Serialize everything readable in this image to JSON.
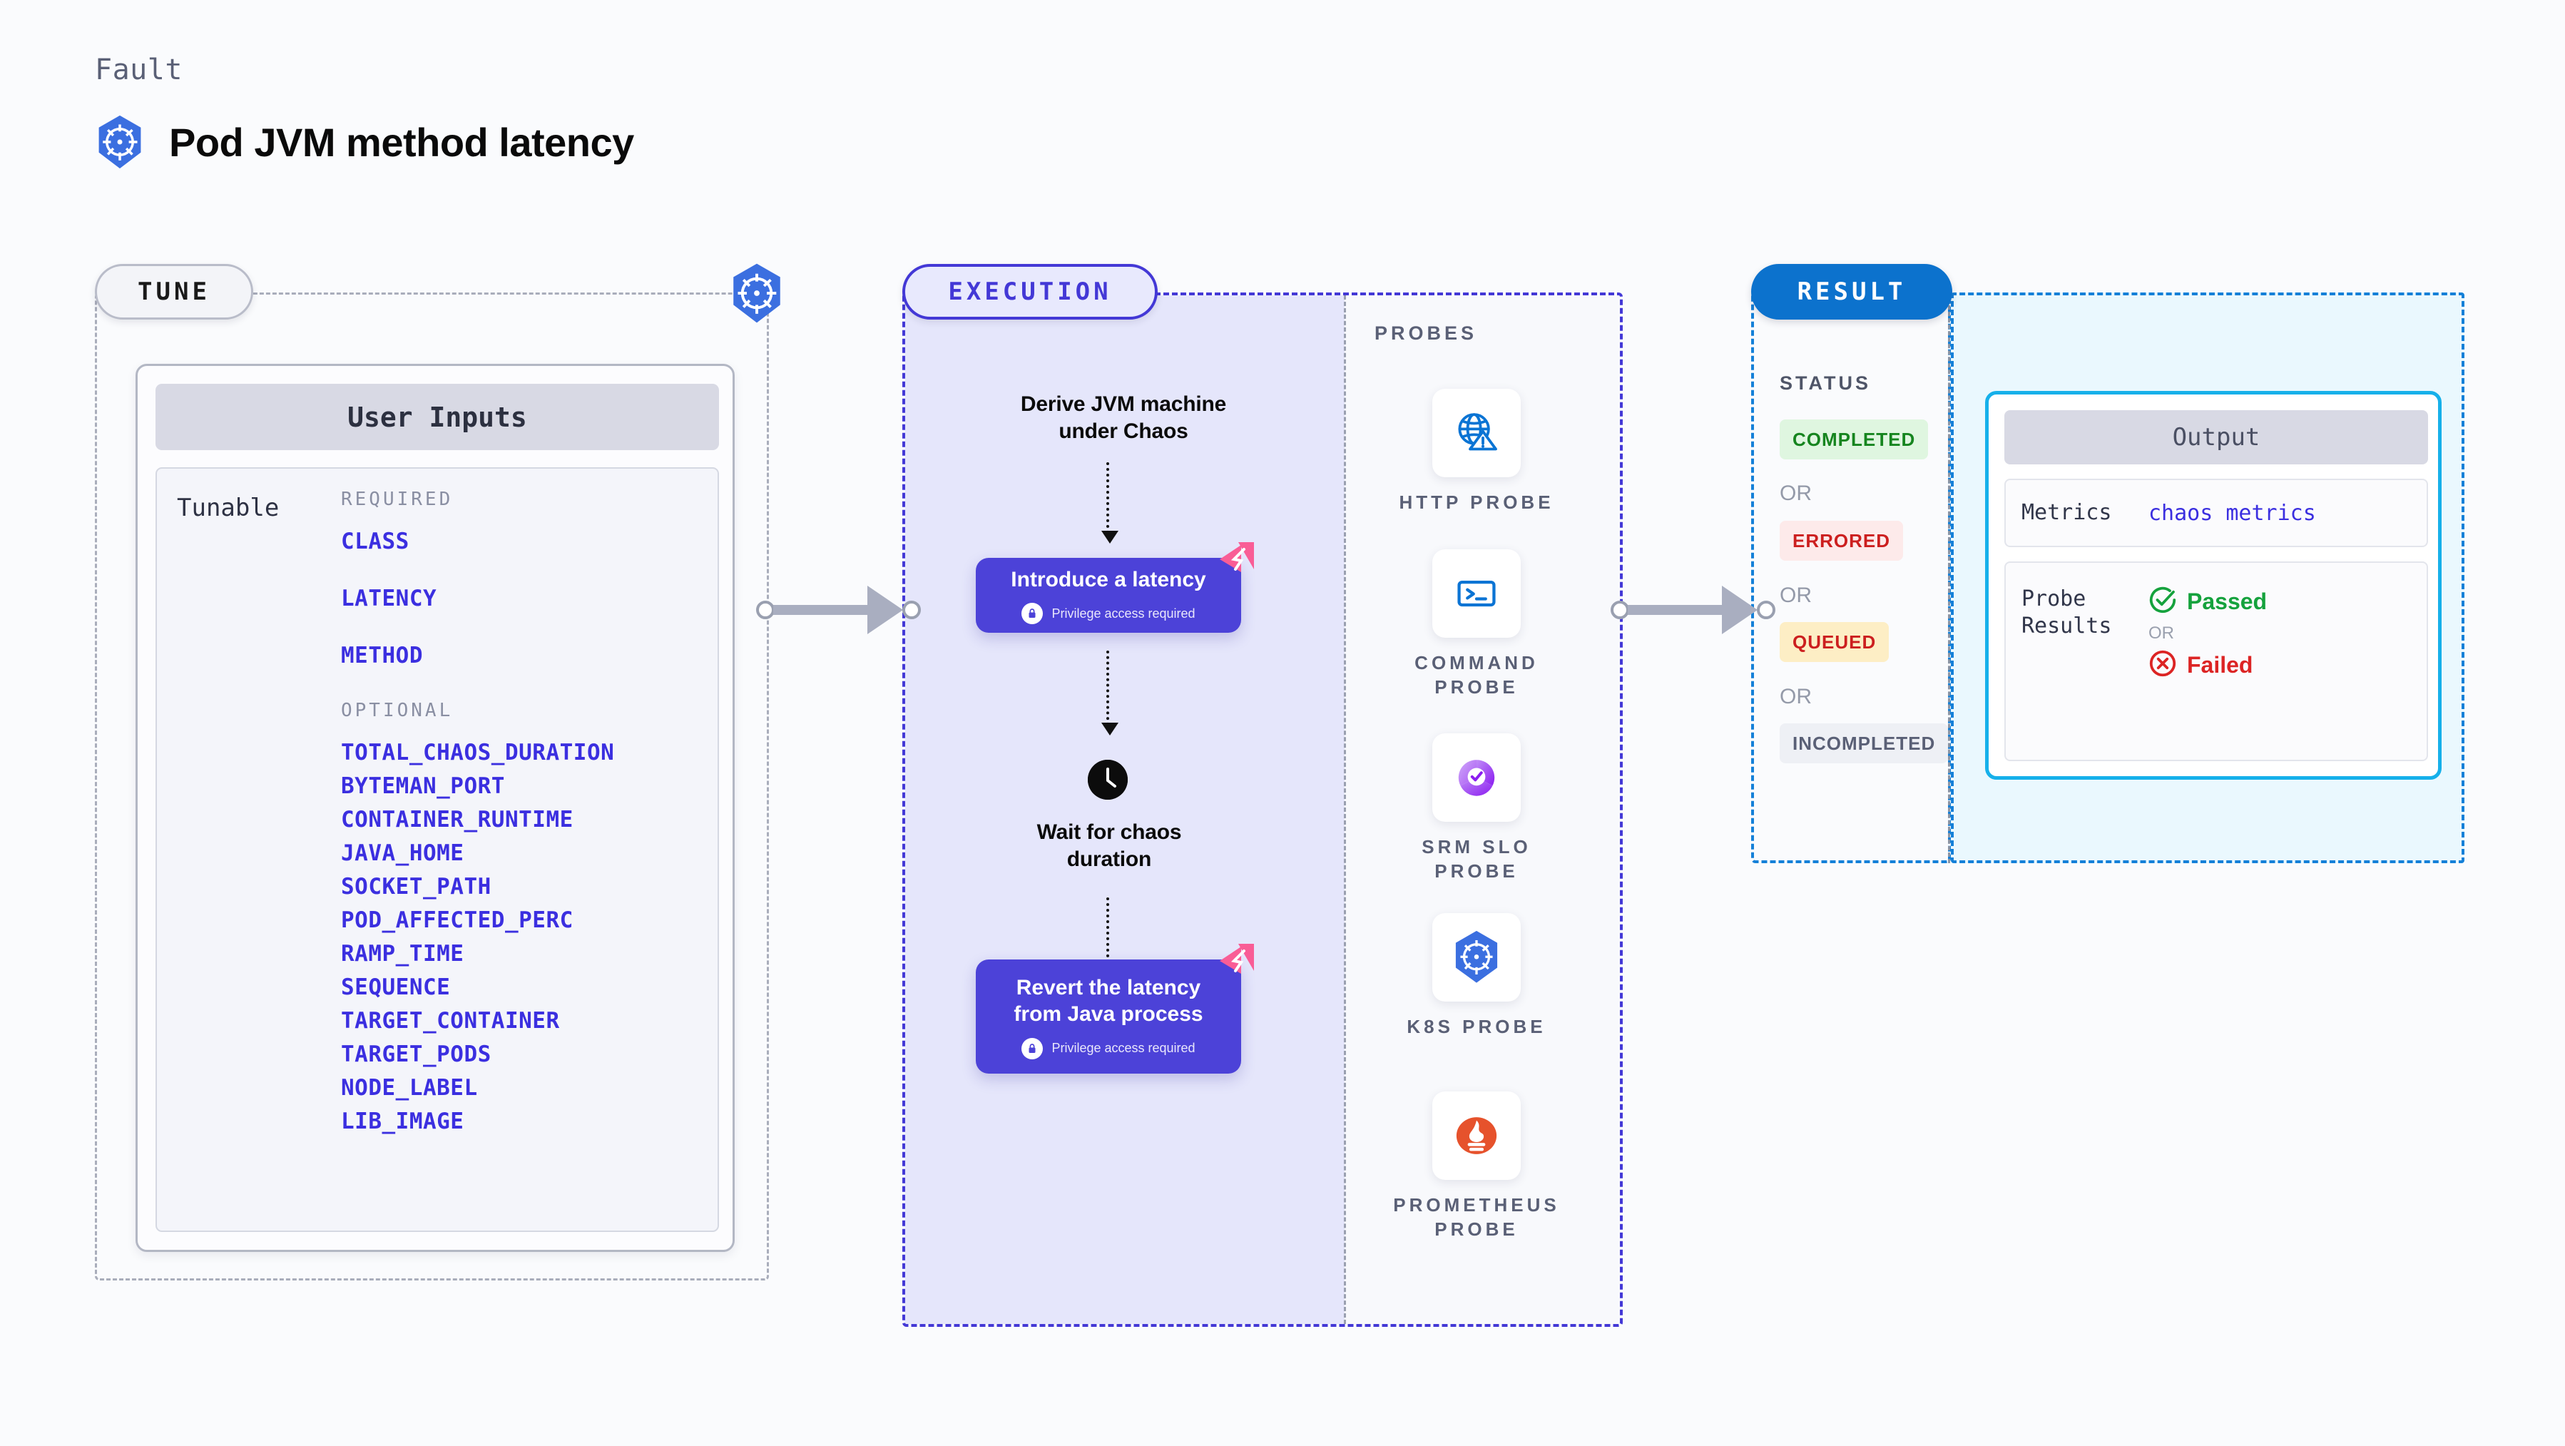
{
  "header": {
    "eyebrow": "Fault",
    "title": "Pod JVM method latency",
    "logo_icon": "kubernetes-icon"
  },
  "stages": {
    "tune": {
      "label": "TUNE",
      "badge_icon": "kubernetes-icon"
    },
    "execution": {
      "label": "EXECUTION"
    },
    "result": {
      "label": "RESULT"
    }
  },
  "tune": {
    "card_title": "User Inputs",
    "tunable_label": "Tunable",
    "required_label": "REQUIRED",
    "required": [
      "CLASS",
      "LATENCY",
      "METHOD"
    ],
    "optional_label": "OPTIONAL",
    "optional": [
      "TOTAL_CHAOS_DURATION",
      "BYTEMAN_PORT",
      "CONTAINER_RUNTIME",
      "JAVA_HOME",
      "SOCKET_PATH",
      "POD_AFFECTED_PERC",
      "RAMP_TIME",
      "SEQUENCE",
      "TARGET_CONTAINER",
      "TARGET_PODS",
      "NODE_LABEL",
      "LIB_IMAGE"
    ]
  },
  "execution": {
    "step1_text": "Derive JVM machine\nunder Chaos",
    "step1_line1": "Derive JVM machine",
    "step1_line2": "under Chaos",
    "action1_title": "Introduce a latency",
    "action1_note": "Privilege access required",
    "wait_line1": "Wait for chaos",
    "wait_line2": "duration",
    "wait_icon": "clock-icon",
    "action2_line1": "Revert the latency",
    "action2_line2": "from Java process",
    "action2_note": "Privilege access required",
    "lock_icon": "lock-icon",
    "badge_icon": "litmus-chaos-icon"
  },
  "probes": {
    "label": "PROBES",
    "items": [
      {
        "name_line1": "HTTP  PROBE",
        "name_line2": "",
        "icon": "globe-warning-icon"
      },
      {
        "name_line1": "COMMAND",
        "name_line2": "PROBE",
        "icon": "terminal-icon"
      },
      {
        "name_line1": "SRM  SLO",
        "name_line2": "PROBE",
        "icon": "srm-slo-icon"
      },
      {
        "name_line1": "K8S  PROBE",
        "name_line2": "",
        "icon": "kubernetes-icon"
      },
      {
        "name_line1": "PROMETHEUS",
        "name_line2": "PROBE",
        "icon": "prometheus-icon"
      }
    ]
  },
  "result": {
    "status_label": "STATUS",
    "or_label": "OR",
    "statuses": [
      {
        "label": "COMPLETED",
        "bg": "#dff6e0",
        "fg": "#16851f"
      },
      {
        "label": "ERRORED",
        "bg": "#fdeaea",
        "fg": "#cc1f1f"
      },
      {
        "label": "QUEUED",
        "bg": "#fdeec5",
        "fg": "#cc1f1f"
      },
      {
        "label": "INCOMPLETED",
        "bg": "#eef0f5",
        "fg": "#5a6076"
      }
    ]
  },
  "output": {
    "title": "Output",
    "metrics_key": "Metrics",
    "metrics_value": "chaos metrics",
    "probe_results_key_line1": "Probe",
    "probe_results_key_line2": "Results",
    "passed_label": "Passed",
    "failed_label": "Failed",
    "or_label": "OR",
    "pass_icon": "check-circle-icon",
    "fail_icon": "x-circle-icon"
  },
  "colors": {
    "accent_purple": "#4338d6",
    "accent_blue": "#0c72cd",
    "output_border": "#16b0ea",
    "param_blue": "#3b2fe0",
    "pink_badge": "#f95d96"
  }
}
